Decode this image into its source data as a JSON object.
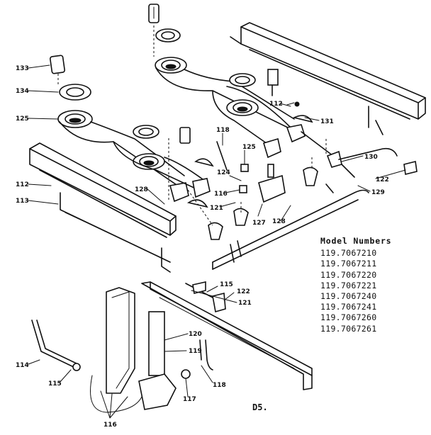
{
  "diagram": {
    "part_numbers": [
      "133",
      "134",
      "125",
      "112",
      "113",
      "128",
      "118",
      "125",
      "124",
      "116",
      "121",
      "127",
      "128",
      "112",
      "131",
      "130",
      "129",
      "122",
      "114",
      "115",
      "116",
      "117",
      "118",
      "119",
      "120",
      "121",
      "122",
      "115"
    ],
    "model_numbers_title": "Model Numbers",
    "model_numbers": [
      "119.7067210",
      "119.7067211",
      "119.7067220",
      "119.7067221",
      "119.7067240",
      "119.7067241",
      "119.7067260",
      "119.7067261"
    ],
    "page_code": "D5."
  }
}
